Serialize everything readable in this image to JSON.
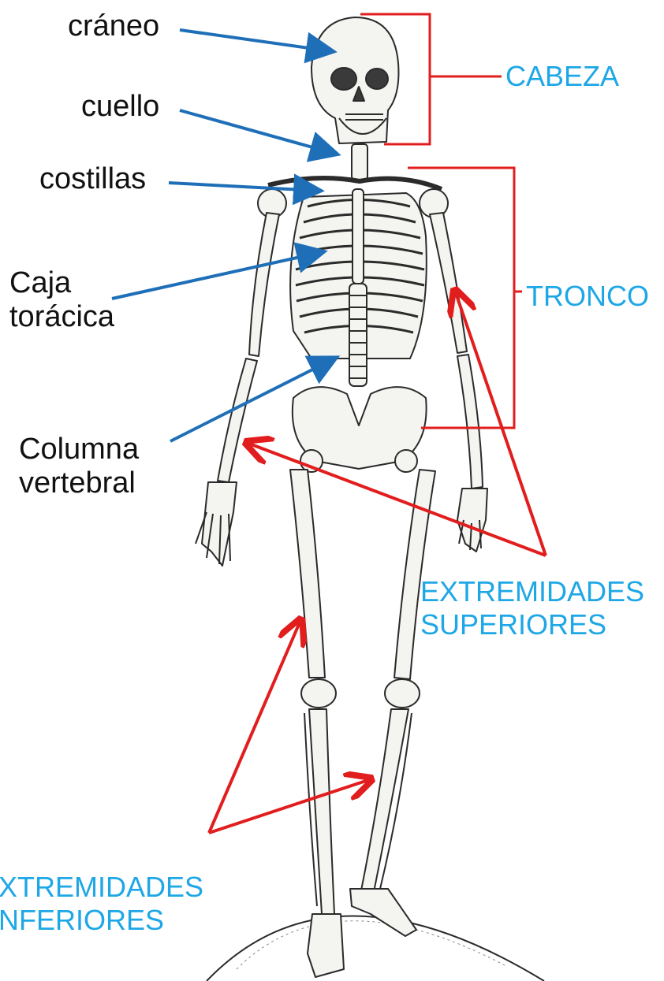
{
  "colors": {
    "black_label": "#111111",
    "blue_label": "#1ea7e6",
    "blue_arrow": "#1f6fb8",
    "red_arrow": "#e21d1d",
    "bone_outline": "#2b2b2b",
    "bone_fill": "#f4f4f0"
  },
  "labels": {
    "craneo": "cráneo",
    "cuello": "cuello",
    "costillas": "costillas",
    "caja_toracica": "Caja\ntorácica",
    "columna_vertebral": "Columna\nvertebral"
  },
  "regions": {
    "cabeza": "CABEZA",
    "tronco": "TRONCO",
    "extremidades_superiores": "EXTREMIDADES\nSUPERIORES",
    "extremidades_inferiores": "XTREMIDADES\nNFERIORES"
  },
  "icons": {
    "figure": "skeleton-illustration",
    "pointer": "arrow-icon",
    "bracket": "bracket-icon"
  }
}
